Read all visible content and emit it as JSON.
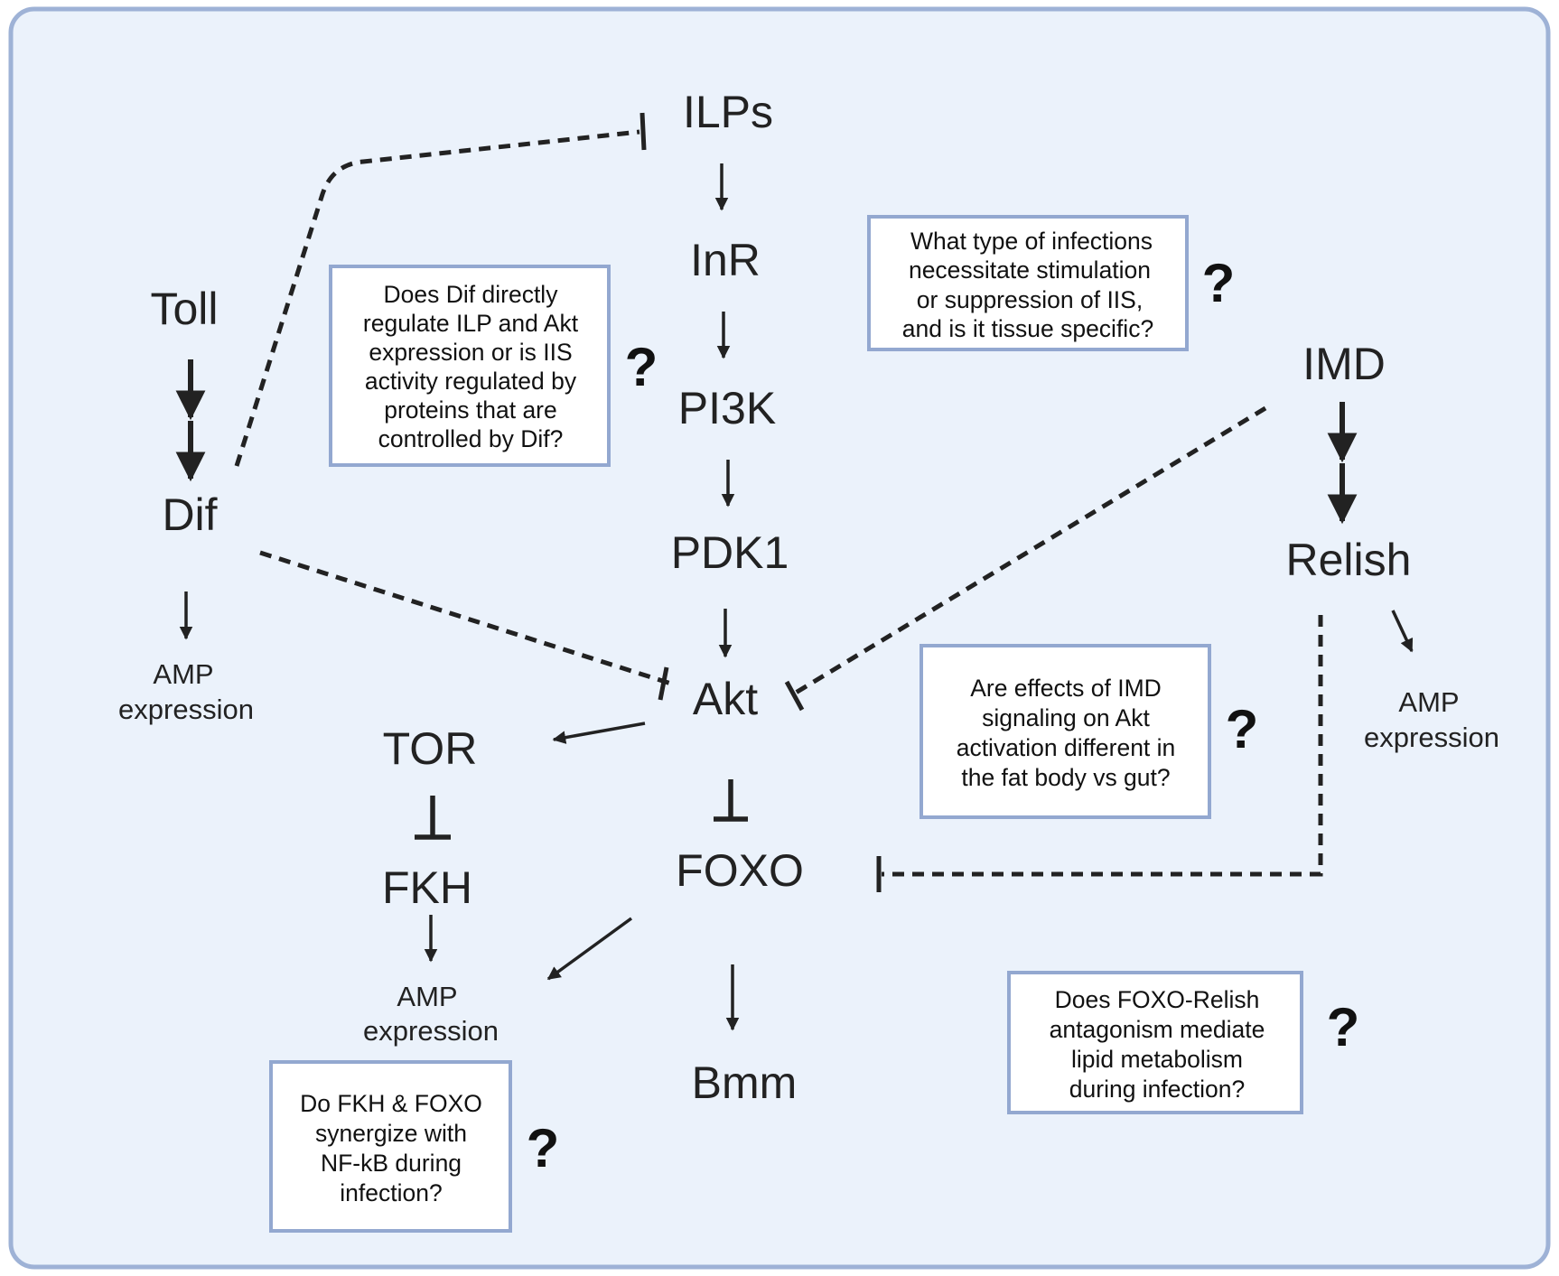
{
  "diagram": {
    "nodes": {
      "ilps": "ILPs",
      "inr": "InR",
      "pi3k": "PI3K",
      "pdk1": "PDK1",
      "akt": "Akt",
      "tor": "TOR",
      "fkh": "FKH",
      "foxo": "FOXO",
      "bmm": "Bmm",
      "toll": "Toll",
      "dif": "Dif",
      "imd": "IMD",
      "relish": "Relish"
    },
    "amp_outputs": {
      "toll_branch": [
        "AMP",
        "expression"
      ],
      "imd_branch": [
        "AMP",
        "expression"
      ],
      "central": [
        "AMP",
        "expression"
      ]
    },
    "questions": {
      "dif_regulation": [
        "Does Dif directly",
        "regulate ILP and Akt",
        "expression or is IIS",
        "activity regulated by",
        "proteins that are",
        "controlled by Dif?"
      ],
      "infection_type": [
        "What type of infections",
        "necessitate stimulation",
        "or suppression of IIS,",
        "and is it tissue specific?"
      ],
      "imd_akt": [
        "Are effects of IMD",
        "signaling on Akt",
        "activation different in",
        "the fat body vs gut?"
      ],
      "foxo_relish": [
        "Does FOXO-Relish",
        "antagonism mediate",
        "lipid metabolism",
        "during infection?"
      ],
      "fkh_foxo": [
        "Do FKH & FOXO",
        "synergize with",
        "NF-kB during",
        "infection?"
      ]
    },
    "question_mark": "?",
    "edges": [
      {
        "from": "Toll",
        "to": "Dif",
        "type": "activation"
      },
      {
        "from": "IMD",
        "to": "Relish",
        "type": "activation"
      },
      {
        "from": "ILPs",
        "to": "InR",
        "type": "activation"
      },
      {
        "from": "InR",
        "to": "PI3K",
        "type": "activation"
      },
      {
        "from": "PI3K",
        "to": "PDK1",
        "type": "activation"
      },
      {
        "from": "PDK1",
        "to": "Akt",
        "type": "activation"
      },
      {
        "from": "Akt",
        "to": "TOR",
        "type": "activation"
      },
      {
        "from": "Akt",
        "to": "FOXO",
        "type": "inhibition"
      },
      {
        "from": "TOR",
        "to": "FKH",
        "type": "inhibition"
      },
      {
        "from": "FKH",
        "to": "AMP expression",
        "type": "activation"
      },
      {
        "from": "FOXO",
        "to": "AMP expression",
        "type": "activation"
      },
      {
        "from": "FOXO",
        "to": "Bmm",
        "type": "activation"
      },
      {
        "from": "Dif",
        "to": "AMP expression",
        "type": "activation"
      },
      {
        "from": "Relish",
        "to": "AMP expression",
        "type": "activation"
      },
      {
        "from": "Dif",
        "to": "ILPs",
        "type": "inhibition",
        "style": "dashed"
      },
      {
        "from": "Dif",
        "to": "Akt",
        "type": "inhibition",
        "style": "dashed"
      },
      {
        "from": "IMD",
        "to": "Akt",
        "type": "inhibition",
        "style": "dashed"
      },
      {
        "from": "Relish",
        "to": "FOXO",
        "type": "inhibition",
        "style": "dashed"
      }
    ],
    "colors": {
      "panel_fill": "#ebf2fb",
      "panel_border": "#9eb2d6",
      "box_border": "#93a8d0",
      "ink": "#222222"
    }
  }
}
